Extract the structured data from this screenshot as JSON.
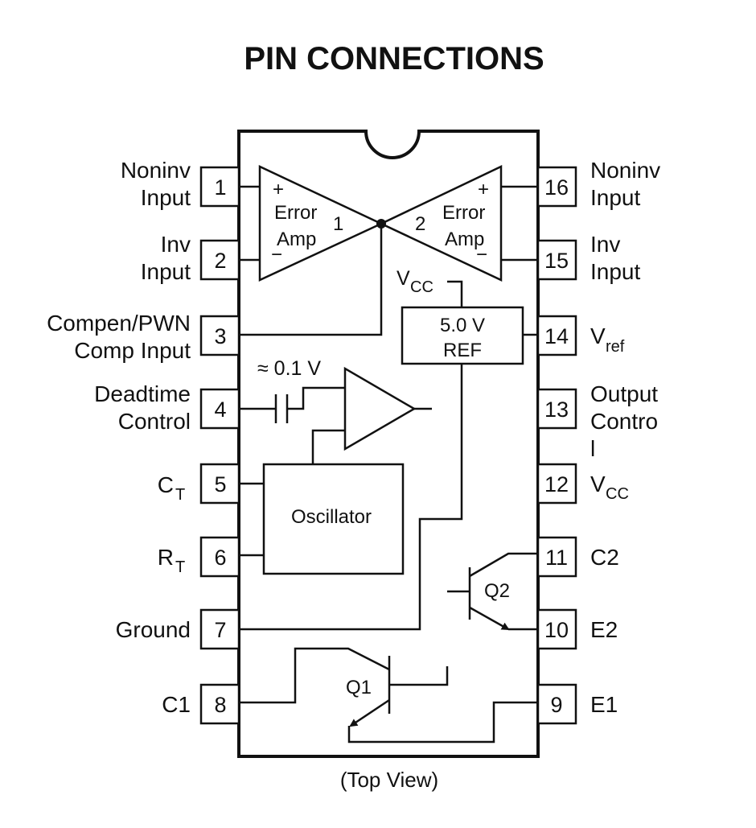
{
  "title": "PIN CONNECTIONS",
  "caption": "(Top View)",
  "pins": {
    "p1": {
      "num": "1",
      "label1": "Noninv",
      "label2": "Input"
    },
    "p2": {
      "num": "2",
      "label1": "Inv",
      "label2": "Input"
    },
    "p3": {
      "num": "3",
      "label1": "Compen/PWN",
      "label2": "Comp Input"
    },
    "p4": {
      "num": "4",
      "label1": "Deadtime",
      "label2": "Control"
    },
    "p5": {
      "num": "5",
      "label": "C",
      "sub": "T"
    },
    "p6": {
      "num": "6",
      "label": "R",
      "sub": "T"
    },
    "p7": {
      "num": "7",
      "label": "Ground"
    },
    "p8": {
      "num": "8",
      "label": "C1"
    },
    "p9": {
      "num": "9",
      "label": "E1"
    },
    "p10": {
      "num": "10",
      "label": "E2"
    },
    "p11": {
      "num": "11",
      "label": "C2"
    },
    "p12": {
      "num": "12",
      "label": "V",
      "sub": "CC"
    },
    "p13": {
      "num": "13",
      "label1": "Output",
      "label2": "Contro",
      "label3": "l"
    },
    "p14": {
      "num": "14",
      "label": "V",
      "sub": "ref"
    },
    "p15": {
      "num": "15",
      "label1": "Inv",
      "label2": "Input"
    },
    "p16": {
      "num": "16",
      "label1": "Noninv",
      "label2": "Input"
    }
  },
  "blocks": {
    "amp1": {
      "plus": "+",
      "minus": "−",
      "line1": "Error",
      "line2": "Amp",
      "index": "1"
    },
    "amp2": {
      "plus": "+",
      "minus": "−",
      "line1": "Error",
      "line2": "Amp",
      "index": "2"
    },
    "ref": {
      "line1": "5.0 V",
      "line2": "REF",
      "vcc": "V",
      "vcc_sub": "CC"
    },
    "deadtime": {
      "label": "≈ 0.1 V"
    },
    "oscillator": {
      "label": "Oscillator"
    },
    "q1": {
      "label": "Q1"
    },
    "q2": {
      "label": "Q2"
    }
  }
}
